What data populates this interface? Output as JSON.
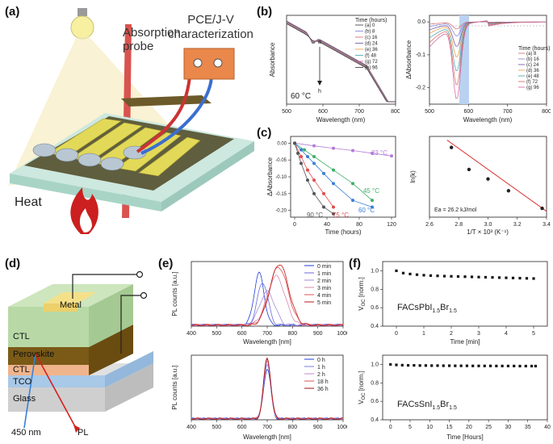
{
  "panels": {
    "a": {
      "label": "(a)",
      "probe_label": "Absorption\nprobe",
      "char_label": "PCE/J-V\ncharacterization",
      "heat_label": "Heat"
    },
    "b": {
      "label": "(b)",
      "temp_label": "60 °C",
      "arrow_top": "a",
      "arrow_bottom": "h"
    },
    "c": {
      "label": "(c)",
      "ea_label": "Ea = 26.2 kJ/mol"
    },
    "d": {
      "label": "(d)",
      "layers": [
        "Metal",
        "CTL",
        "Perovskite",
        "CTL",
        "TCO",
        "Glass"
      ],
      "beam_in": "450 nm",
      "beam_out": "PL"
    },
    "e": {
      "label": "(e)"
    },
    "f": {
      "label": "(f)",
      "top_material": "FACsPbI1.5Br1.5",
      "bottom_material": "FACsSnI1.5Br1.5"
    }
  },
  "colors": {
    "a": "#333333",
    "b": "#7a7ad6",
    "c": "#d75f5f",
    "d": "#6b4aa0",
    "e": "#e69a3b",
    "f": "#3aa0a0",
    "g": "#d35d9a",
    "h": "#333333",
    "c23": "#b37cd9",
    "c45": "#3fae6a",
    "c60": "#3a7fd6",
    "c75": "#e04c4c",
    "c90": "#555555"
  },
  "chart_data": [
    {
      "id": "b-left",
      "type": "line",
      "title": "",
      "xlabel": "Wavelength (nm)",
      "ylabel": "Absorbance",
      "xlim": [
        500,
        800
      ],
      "xticks": [
        500,
        600,
        700,
        800
      ],
      "legend_title": "Time (hours)",
      "legend_position": "top-right",
      "series": [
        {
          "name": "(a) 0"
        },
        {
          "name": "(b) 8"
        },
        {
          "name": "(c) 16"
        },
        {
          "name": "(d) 24"
        },
        {
          "name": "(e) 36"
        },
        {
          "name": "(f) 48"
        },
        {
          "name": "(g) 72"
        },
        {
          "name": "(h) 96"
        }
      ]
    },
    {
      "id": "b-right",
      "type": "line",
      "xlabel": "Wavelength (nm)",
      "ylabel": "ΔAbsorbance",
      "xlim": [
        500,
        800
      ],
      "ylim": [
        -0.25,
        0.02
      ],
      "xticks": [
        500,
        600,
        700,
        800
      ],
      "yticks": [
        0.0,
        -0.1,
        -0.2
      ],
      "legend_title": "Time (hours)",
      "legend_position": "bottom-right",
      "series": [
        {
          "name": "(a) 8"
        },
        {
          "name": "(b) 16"
        },
        {
          "name": "(c) 24"
        },
        {
          "name": "(d) 36"
        },
        {
          "name": "(e) 48"
        },
        {
          "name": "(f) 72"
        },
        {
          "name": "(g) 96"
        }
      ]
    },
    {
      "id": "c-left",
      "type": "scatter",
      "xlabel": "Time (hours)",
      "ylabel": "ΔAbsorbance",
      "xlim": [
        -5,
        125
      ],
      "ylim": [
        -0.22,
        0.02
      ],
      "xticks": [
        0,
        40,
        80,
        120
      ],
      "yticks": [
        0.0,
        -0.05,
        -0.1,
        -0.15,
        -0.2
      ],
      "series": [
        {
          "name": "23 °C",
          "x": [
            0,
            24,
            48,
            72,
            96,
            120
          ],
          "y": [
            0.0,
            -0.008,
            -0.015,
            -0.022,
            -0.03,
            -0.038
          ]
        },
        {
          "name": "45 °C",
          "x": [
            0,
            12,
            24,
            48,
            72,
            96
          ],
          "y": [
            0.0,
            -0.02,
            -0.04,
            -0.08,
            -0.12,
            -0.17
          ]
        },
        {
          "name": "60 °C",
          "x": [
            0,
            8,
            16,
            24,
            36,
            48,
            72,
            96
          ],
          "y": [
            0.0,
            -0.02,
            -0.04,
            -0.06,
            -0.09,
            -0.12,
            -0.17,
            -0.19
          ]
        },
        {
          "name": "75 °C",
          "x": [
            0,
            8,
            16,
            24,
            36,
            48
          ],
          "y": [
            0.0,
            -0.04,
            -0.08,
            -0.11,
            -0.15,
            -0.19
          ]
        },
        {
          "name": "90 °C",
          "x": [
            0,
            4,
            8,
            16,
            24,
            36,
            48
          ],
          "y": [
            0.0,
            -0.03,
            -0.06,
            -0.11,
            -0.15,
            -0.19,
            -0.21
          ]
        }
      ]
    },
    {
      "id": "c-right",
      "type": "scatter",
      "xlabel": "1/T × 10³ (K⁻¹)",
      "ylabel": "ln(k)",
      "xlim": [
        2.6,
        3.4
      ],
      "xticks": [
        2.6,
        2.8,
        3.0,
        3.2,
        3.4
      ],
      "x": [
        2.75,
        2.87,
        3.0,
        3.14,
        3.37
      ],
      "y": [
        0.85,
        0.55,
        0.42,
        0.26,
        0.02
      ]
    },
    {
      "id": "e-top",
      "type": "line",
      "xlabel": "Wavelength [nm]",
      "ylabel": "PL counts [a.u.]",
      "xlim": [
        400,
        1000
      ],
      "xticks": [
        400,
        500,
        600,
        700,
        800,
        900,
        1000
      ],
      "legend_position": "top-right",
      "series": [
        {
          "name": "0 min",
          "color": "#1f3fd8"
        },
        {
          "name": "1 min",
          "color": "#6a6ae0"
        },
        {
          "name": "2 min",
          "color": "#a68ad8"
        },
        {
          "name": "3 min",
          "color": "#d68ab0"
        },
        {
          "name": "4 min",
          "color": "#e05050"
        },
        {
          "name": "5 min",
          "color": "#c01818"
        }
      ]
    },
    {
      "id": "e-bottom",
      "type": "line",
      "xlabel": "Wavelength [nm]",
      "ylabel": "PL counts [a.u.]",
      "xlim": [
        400,
        1000
      ],
      "xticks": [
        400,
        500,
        600,
        700,
        800,
        900,
        1000
      ],
      "legend_position": "top-right",
      "series": [
        {
          "name": "0 h",
          "color": "#1f3fd8"
        },
        {
          "name": "1 h",
          "color": "#7a7ae0"
        },
        {
          "name": "2 h",
          "color": "#c08ad0"
        },
        {
          "name": "18 h",
          "color": "#e05050"
        },
        {
          "name": "36 h",
          "color": "#a01010"
        }
      ]
    },
    {
      "id": "f-top",
      "type": "scatter",
      "xlabel": "Time [min]",
      "ylabel": "VOC [norm.]",
      "xlim": [
        -0.5,
        5.5
      ],
      "ylim": [
        0.4,
        1.1
      ],
      "xticks": [
        0,
        1,
        2,
        3,
        4,
        5
      ],
      "yticks": [
        0.4,
        0.6,
        0.8,
        1.0
      ],
      "x": [
        0,
        0.25,
        0.5,
        0.75,
        1,
        1.25,
        1.5,
        1.75,
        2,
        2.25,
        2.5,
        2.75,
        3,
        3.25,
        3.5,
        3.75,
        4,
        4.25,
        4.5,
        4.75,
        5
      ],
      "y": [
        1.0,
        0.975,
        0.965,
        0.958,
        0.952,
        0.948,
        0.945,
        0.942,
        0.94,
        0.938,
        0.936,
        0.934,
        0.932,
        0.93,
        0.928,
        0.926,
        0.924,
        0.922,
        0.92,
        0.918,
        0.916
      ]
    },
    {
      "id": "f-bottom",
      "type": "scatter",
      "xlabel": "Time [Hours]",
      "ylabel": "VOC [norm.]",
      "xlim": [
        -2,
        40
      ],
      "ylim": [
        0.4,
        1.1
      ],
      "xticks": [
        0,
        5,
        10,
        15,
        20,
        25,
        30,
        35,
        40
      ],
      "yticks": [
        0.4,
        0.6,
        0.8,
        1.0
      ],
      "x": [
        0,
        1.5,
        3,
        4.5,
        6,
        7.5,
        9,
        10.5,
        12,
        13.5,
        15,
        16.5,
        18,
        19.5,
        21,
        22.5,
        24,
        25.5,
        27,
        28.5,
        30,
        31.5,
        33,
        34.5,
        36,
        37
      ],
      "y": [
        1.0,
        0.995,
        0.992,
        0.99,
        0.99,
        0.988,
        0.988,
        0.987,
        0.987,
        0.986,
        0.986,
        0.985,
        0.985,
        0.985,
        0.984,
        0.984,
        0.984,
        0.984,
        0.983,
        0.983,
        0.983,
        0.983,
        0.982,
        0.982,
        0.982,
        0.982
      ]
    }
  ]
}
